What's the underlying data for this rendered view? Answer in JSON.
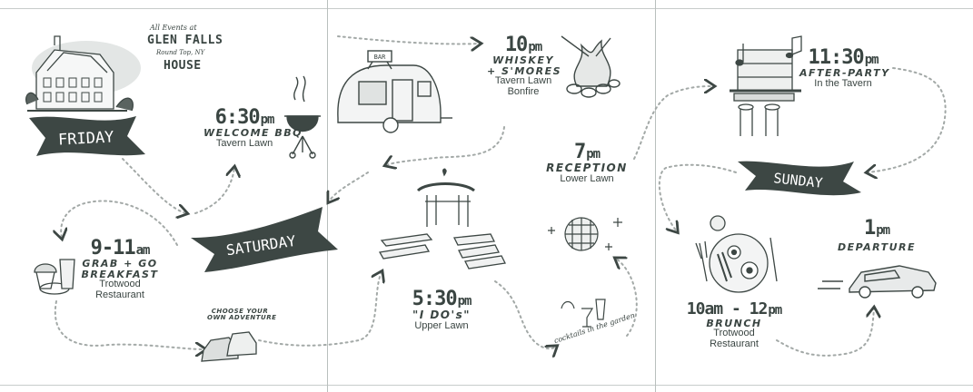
{
  "venue": {
    "intro": "All Events at",
    "name_line1": "GLEN FALLS",
    "address": "Round Top, NY",
    "name_line2": "HOUSE"
  },
  "days": {
    "friday": "FRIDAY",
    "saturday": "SATURDAY",
    "sunday": "SUNDAY"
  },
  "events": {
    "welcome_bbq": {
      "time": "6:30",
      "unit": "pm",
      "title": "WELCOME BBQ",
      "location": "Tavern Lawn"
    },
    "whiskey": {
      "time": "10",
      "unit": "pm",
      "title_line1": "WHISKEY",
      "title_line2": "+ S'MORES",
      "location_line1": "Tavern Lawn",
      "location_line2": "Bonfire"
    },
    "breakfast": {
      "time": "9-11",
      "unit": "am",
      "title_line1": "GRAB + GO",
      "title_line2": "BREAKFAST",
      "location_line1": "Trotwood",
      "location_line2": "Restaurant"
    },
    "ceremony": {
      "time": "5:30",
      "unit": "pm",
      "title": "\"I DO's\"",
      "location": "Upper Lawn"
    },
    "reception": {
      "time": "7",
      "unit": "pm",
      "title": "RECEPTION",
      "location": "Lower Lawn"
    },
    "after_party": {
      "time": "11:30",
      "unit": "pm",
      "title": "AFTER-PARTY",
      "location": "In the Tavern"
    },
    "brunch": {
      "time": "10am - 12",
      "unit": "pm",
      "title": "BRUNCH",
      "location_line1": "Trotwood",
      "location_line2": "Restaurant"
    },
    "departure": {
      "time": "1",
      "unit": "pm",
      "title": "DEPARTURE"
    }
  },
  "notes": {
    "adventure_line1": "CHOOSE YOUR",
    "adventure_line2": "OWN ADVENTURE",
    "cocktails": "cocktails in the garden",
    "bar_sign": "BAR"
  },
  "icons": [
    "house-illustration",
    "grill-icon",
    "camper-trailer-icon",
    "bonfire-icon",
    "breakfast-icon",
    "hiking-boots-icon",
    "arbor-icon",
    "benches-icon",
    "disco-ball-icon",
    "cocktail-glasses-icon",
    "bar-counter-icon",
    "music-notes-icon",
    "plate-icon",
    "car-icon"
  ],
  "colors": {
    "ink": "#3d4744",
    "path_dots": "#9aa09e",
    "banner": "#3d4744"
  }
}
